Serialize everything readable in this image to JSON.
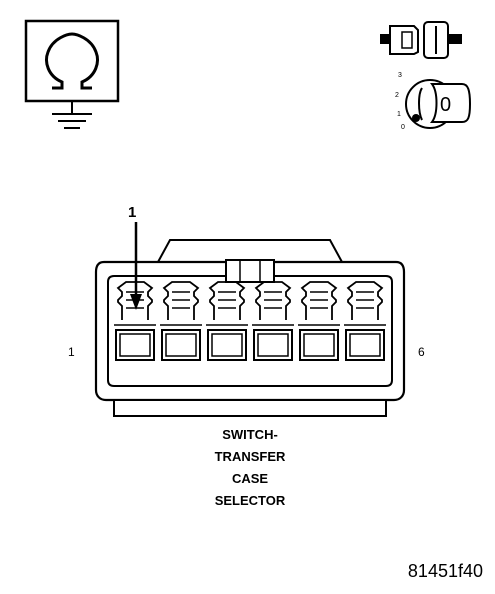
{
  "connector": {
    "pointer_label": "1",
    "pin_left": "1",
    "pin_right": "6",
    "pin_count": 6
  },
  "caption": {
    "line1": "SWITCH-",
    "line2": "TRANSFER",
    "line3": "CASE",
    "line4": "SELECTOR"
  },
  "ignition": {
    "pos3": "3",
    "pos2": "2",
    "pos1": "1",
    "pos0": "0",
    "key_digit": "0"
  },
  "figure_code": "81451f40",
  "icons": [
    "ohm-meter-icon",
    "connector-plug-icon",
    "ignition-switch-icon"
  ]
}
